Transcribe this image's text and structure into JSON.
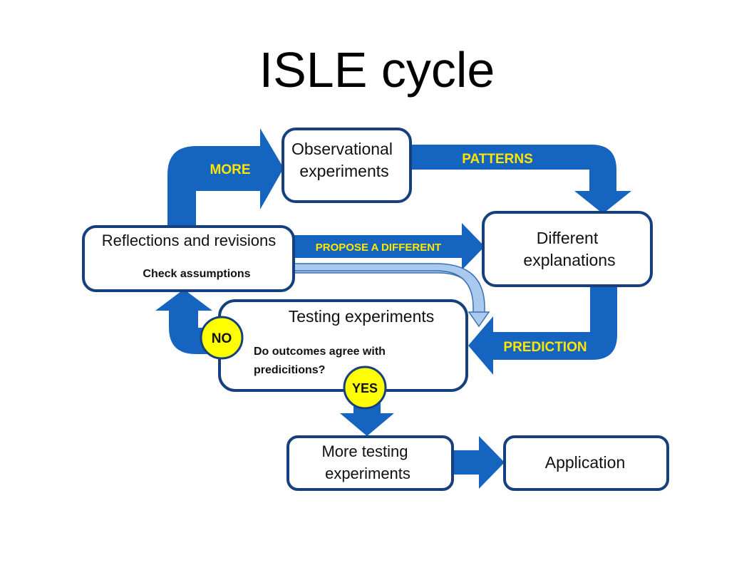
{
  "title": "ISLE cycle",
  "colors": {
    "arrow": "#1565c0",
    "arrow_dark": "#0d47a1",
    "label_yellow": "#ffe600",
    "label_white": "#ffffff",
    "box_border": "#16407d",
    "light_arrow": "#a9c9ef",
    "badge": "#ffff00"
  },
  "boxes": {
    "observational": [
      "Observational",
      "experiments"
    ],
    "different": [
      "Different",
      "explanations"
    ],
    "reflections": {
      "title": "Reflections and revisions",
      "subtitle": "Check assumptions"
    },
    "testing": {
      "title": "Testing experiments",
      "question": [
        "Do outcomes agree with",
        "predicitions?"
      ]
    },
    "more_testing": [
      "More testing",
      "experiments"
    ],
    "application": "Application"
  },
  "arrows": {
    "more": "MORE",
    "patterns": "PATTERNS",
    "propose": "PROPOSE A DIFFERENT",
    "prediction": "PREDICTION"
  },
  "badges": {
    "no": "NO",
    "yes": "YES"
  }
}
